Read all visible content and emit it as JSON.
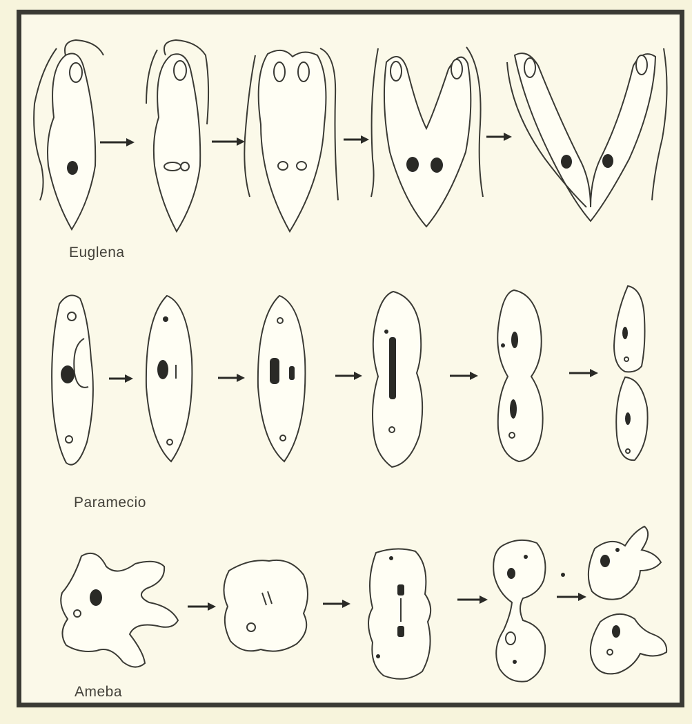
{
  "rows": [
    {
      "organism": "Euglena",
      "stages": 5
    },
    {
      "organism": "Paramecio",
      "stages": 6
    },
    {
      "organism": "Ameba",
      "stages": 5
    }
  ],
  "colors": {
    "background": "#f7f4dc",
    "ink": "#3a3a34",
    "frame": "#3a3a34"
  }
}
